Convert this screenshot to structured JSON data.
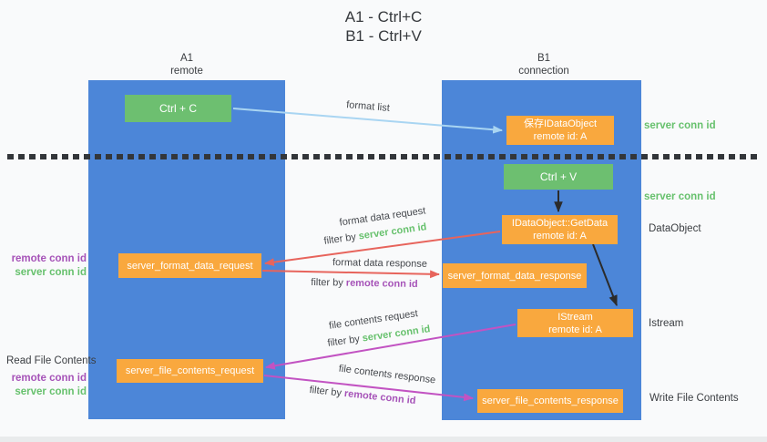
{
  "title": {
    "line1": "A1 - Ctrl+C",
    "line2": "B1 - Ctrl+V"
  },
  "lanes": {
    "a1": {
      "name": "A1",
      "role": "remote"
    },
    "b1": {
      "name": "B1",
      "role": "connection"
    }
  },
  "nodes": {
    "ctrl_c": {
      "label": "Ctrl + C"
    },
    "ctrl_v": {
      "label": "Ctrl + V"
    },
    "save_dataobject": {
      "line1": "保存IDataObject",
      "line2": "remote id: A"
    },
    "getdata": {
      "line1": "IDataObject::GetData",
      "line2": "remote id: A"
    },
    "istream": {
      "line1": "IStream",
      "line2": "remote id: A"
    },
    "server_format_data_request": {
      "label": "server_format_data_request"
    },
    "server_format_data_response": {
      "label": "server_format_data_response"
    },
    "server_file_contents_request": {
      "label": "server_file_contents_request"
    },
    "server_file_contents_response": {
      "label": "server_file_contents_response"
    }
  },
  "edges": {
    "format_list": {
      "label": "format list"
    },
    "format_data_request": {
      "label": "format data request",
      "filter_prefix": "filter by ",
      "filter_value": "server conn id"
    },
    "format_data_response": {
      "label": "format data response",
      "filter_prefix": "filter by ",
      "filter_value": "remote conn id"
    },
    "file_contents_request": {
      "label": "file contents request",
      "filter_prefix": "filter by ",
      "filter_value": "server conn id"
    },
    "file_contents_response": {
      "label": "file contents response",
      "filter_prefix": "filter by ",
      "filter_value": "remote conn id"
    }
  },
  "side_labels": {
    "right_server_conn_id_1": "server conn id",
    "right_server_conn_id_2": "server conn id",
    "dataobject": "DataObject",
    "istream": "Istream",
    "write_file_contents": "Write File Contents",
    "read_file_contents": "Read File Contents",
    "left_remote_conn_id_1": "remote conn id",
    "left_server_conn_id_1": "server conn id",
    "left_remote_conn_id_2": "remote conn id",
    "left_server_conn_id_2": "server conn id"
  },
  "colors": {
    "lane_blue": "#4c86d8",
    "node_green": "#6dbf70",
    "node_orange": "#f9a83e",
    "arrow_blue": "#a9d5f2",
    "arrow_red": "#e7645c",
    "arrow_magenta": "#c253c2",
    "arrow_black": "#2b2b2b",
    "text_green": "#67c16d",
    "text_purple": "#a653b8"
  }
}
